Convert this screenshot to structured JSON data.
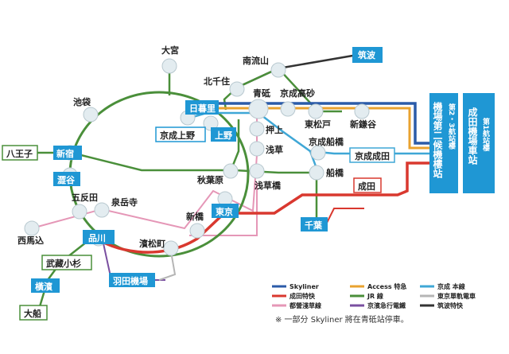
{
  "colors": {
    "skyliner": "#2b5ba8",
    "access": "#e9a22f",
    "keisei_main": "#3fa7d6",
    "narita_express": "#d9382f",
    "jr": "#4a8f3a",
    "toei_asakusa": "#e597b7",
    "keikyu": "#7a4fa0",
    "monorail": "#b5b5b5",
    "tsukuba": "#333333",
    "box_blue": "#1f97d4"
  },
  "stations": {
    "omiya": "大宮",
    "nagareyama": "南流山",
    "tsukuba": "筑波",
    "kitasenju": "北千住",
    "aoto": "青砥",
    "keisei_takasago": "京成高砂",
    "ikebukuro": "池袋",
    "nippori": "日暮里",
    "keisei_ueno": "京成上野",
    "ueno": "上野",
    "oshiage": "押上",
    "higashimatsudo": "東松戸",
    "shinkamagaya": "新鎌谷",
    "asakusa": "浅草",
    "keisei_funabashi": "京成船橋",
    "keisei_narita": "京成成田",
    "hachioji": "八王子",
    "shinjuku": "新宿",
    "akihabara": "秋葉原",
    "funabashi": "船橋",
    "shibuya": "澀谷",
    "asakusabashi": "浅草橋",
    "narita": "成田",
    "gotanda": "五反田",
    "sengakuji": "泉岳寺",
    "tokyo": "東京",
    "shimbashi": "新橋",
    "chiba": "千葉",
    "nishimagome": "西馬込",
    "shinagawa": "品川",
    "hamamatsucho": "濱松町",
    "musashikosugi": "武藏小杉",
    "haneda": "羽田機場",
    "yokohama": "橫濱",
    "ofuna": "大船",
    "terminal2": "機場第二候機樓站",
    "terminal2_sub": "第2・3航站樓",
    "terminal1": "成田機場車站",
    "terminal1_sub": "第1航站樓"
  },
  "legend": {
    "skyliner": "Skyliner",
    "access": "Access 特急",
    "keisei_main": "京成 本線",
    "narita_express": "成田特快",
    "jr": "JR 線",
    "monorail": "東京單軌電車",
    "toei_asakusa": "都營淺草線",
    "keikyu": "京濱急行電鐵",
    "tsukuba": "筑波特快"
  },
  "note": "※ 一部分 Skyliner 將在青砥站停車。"
}
